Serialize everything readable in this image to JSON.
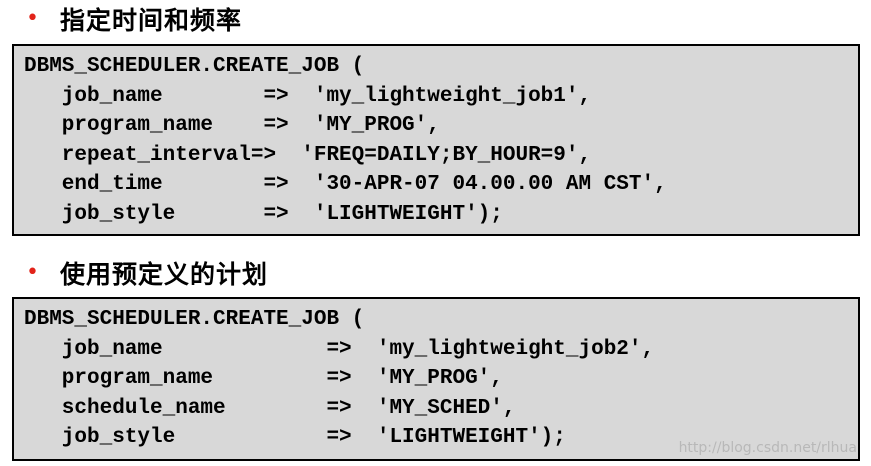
{
  "sections": [
    {
      "heading": "指定时间和频率",
      "code_lines": [
        "DBMS_SCHEDULER.CREATE_JOB (",
        "   job_name        =>  'my_lightweight_job1',",
        "   program_name    =>  'MY_PROG',",
        "   repeat_interval=>  'FREQ=DAILY;BY_HOUR=9',",
        "   end_time        =>  '30-APR-07 04.00.00 AM CST',",
        "   job_style       =>  'LIGHTWEIGHT');"
      ]
    },
    {
      "heading": "使用预定义的计划",
      "code_lines": [
        "DBMS_SCHEDULER.CREATE_JOB (",
        "   job_name             =>  'my_lightweight_job2',",
        "   program_name         =>  'MY_PROG',",
        "   schedule_name        =>  'MY_SCHED',",
        "   job_style            =>  'LIGHTWEIGHT');"
      ]
    }
  ],
  "bullet_symbol": "•",
  "watermark": "http://blog.csdn.net/rlhua",
  "colors": {
    "bullet": "#e2231a",
    "code_background": "#d8d8d8",
    "border": "#000000"
  }
}
